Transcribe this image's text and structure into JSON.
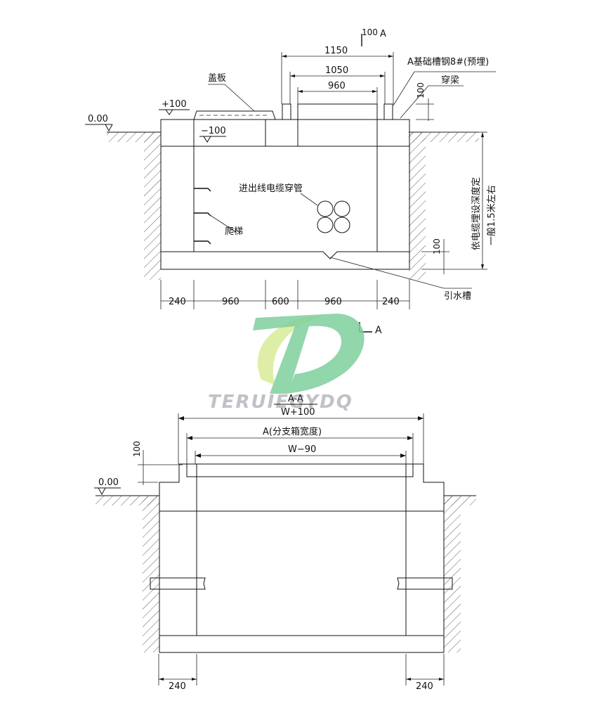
{
  "top": {
    "section_marker": "A",
    "section_marker_top_dim": "100",
    "dim_1150": "1150",
    "dim_1050": "1050",
    "dim_960": "960",
    "label_channel_steel": "A基础槽钢8#(预埋)",
    "label_cover_plate": "盖板",
    "label_beam": "穿梁",
    "dim_beam": "100",
    "level_plus": "+100",
    "level_zero": "0.00",
    "level_minus": "−100",
    "label_cable_conduit": "进出线电缆穿管",
    "label_ladder": "爬梯",
    "label_drain": "引水槽",
    "dim_bottom_100": "100",
    "depth_label_line1": "依电缆埋设深度定",
    "depth_label_line2": "一般1.5米左右",
    "bottom_dims": [
      "240",
      "960",
      "600",
      "960",
      "240"
    ],
    "section_marker_bottom": "A"
  },
  "watermark": "TERUIEGYDQ",
  "bottom": {
    "title": "A-A",
    "dim_total": "W+100",
    "dim_a": "A(分支箱宽度)",
    "dim_w90": "W−90",
    "dim_100": "100",
    "level_zero": "0.00",
    "dim_left": "240",
    "dim_right": "240"
  },
  "colors": {
    "logo_green": "#7fcf9c",
    "logo_yellow": "#d9eb98",
    "watermark_gray": "#bfc3c7",
    "line": "#111111"
  }
}
